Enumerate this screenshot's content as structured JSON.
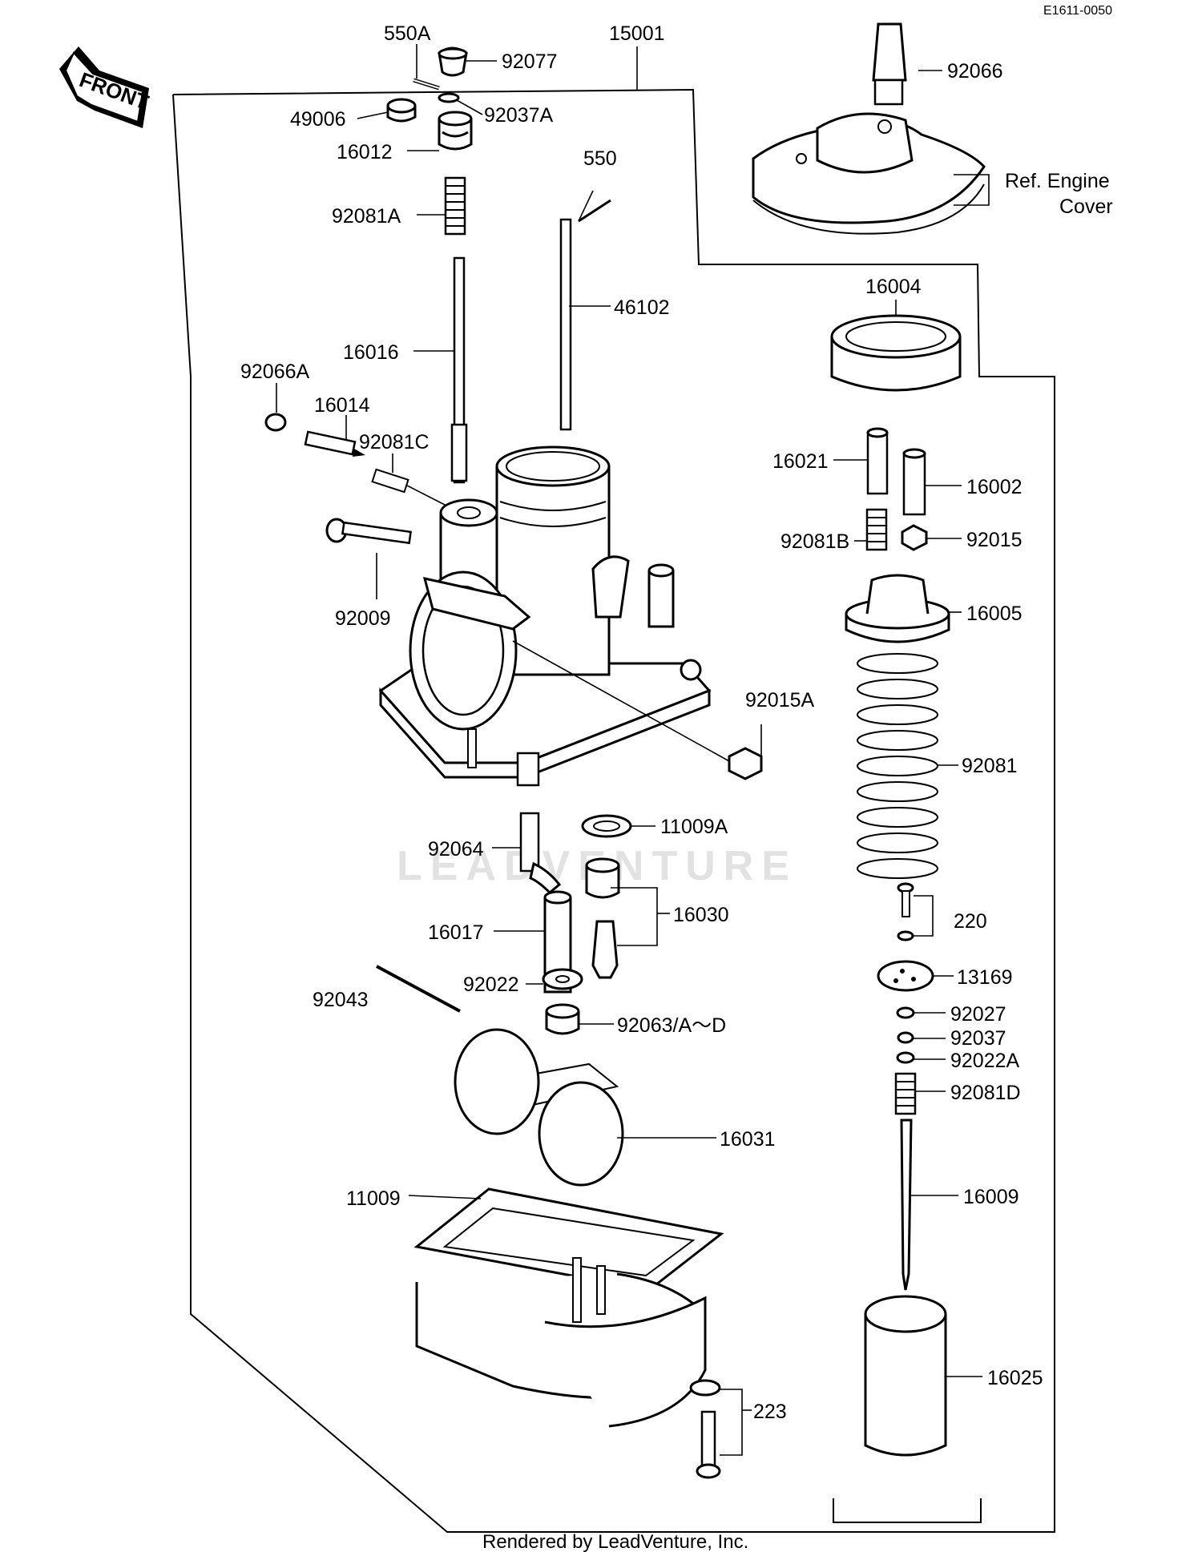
{
  "diagram_code": "E1611-0050",
  "front_label": "FRONT",
  "watermark": "LEADVENTURE",
  "footer": "Rendered by LeadVenture, Inc.",
  "parts": {
    "p550A": "550A",
    "p92077": "92077",
    "p15001": "15001",
    "p92066": "92066",
    "p49006": "49006",
    "p92037A": "92037A",
    "p16012": "16012",
    "p550": "550",
    "ref_engine": "Ref.  Engine",
    "cover": "Cover",
    "p92081A": "92081A",
    "p46102": "46102",
    "p16004": "16004",
    "p16016": "16016",
    "p92066A": "92066A",
    "p16014": "16014",
    "p92081C": "92081C",
    "p16021": "16021",
    "p16002": "16002",
    "p92081B": "92081B",
    "p92015": "92015",
    "p92009": "92009",
    "p16005": "16005",
    "p92015A": "92015A",
    "p92081": "92081",
    "p11009A": "11009A",
    "p92064": "92064",
    "p16030": "16030",
    "p16017": "16017",
    "p220": "220",
    "p13169": "13169",
    "p92022": "92022",
    "p92043": "92043",
    "p92063": "92063/A～D",
    "p92027": "92027",
    "p92037": "92037",
    "p92022A": "92022A",
    "p92081D": "92081D",
    "p16031": "16031",
    "p11009": "11009",
    "p16009": "16009",
    "p16025": "16025",
    "p223": "223"
  }
}
